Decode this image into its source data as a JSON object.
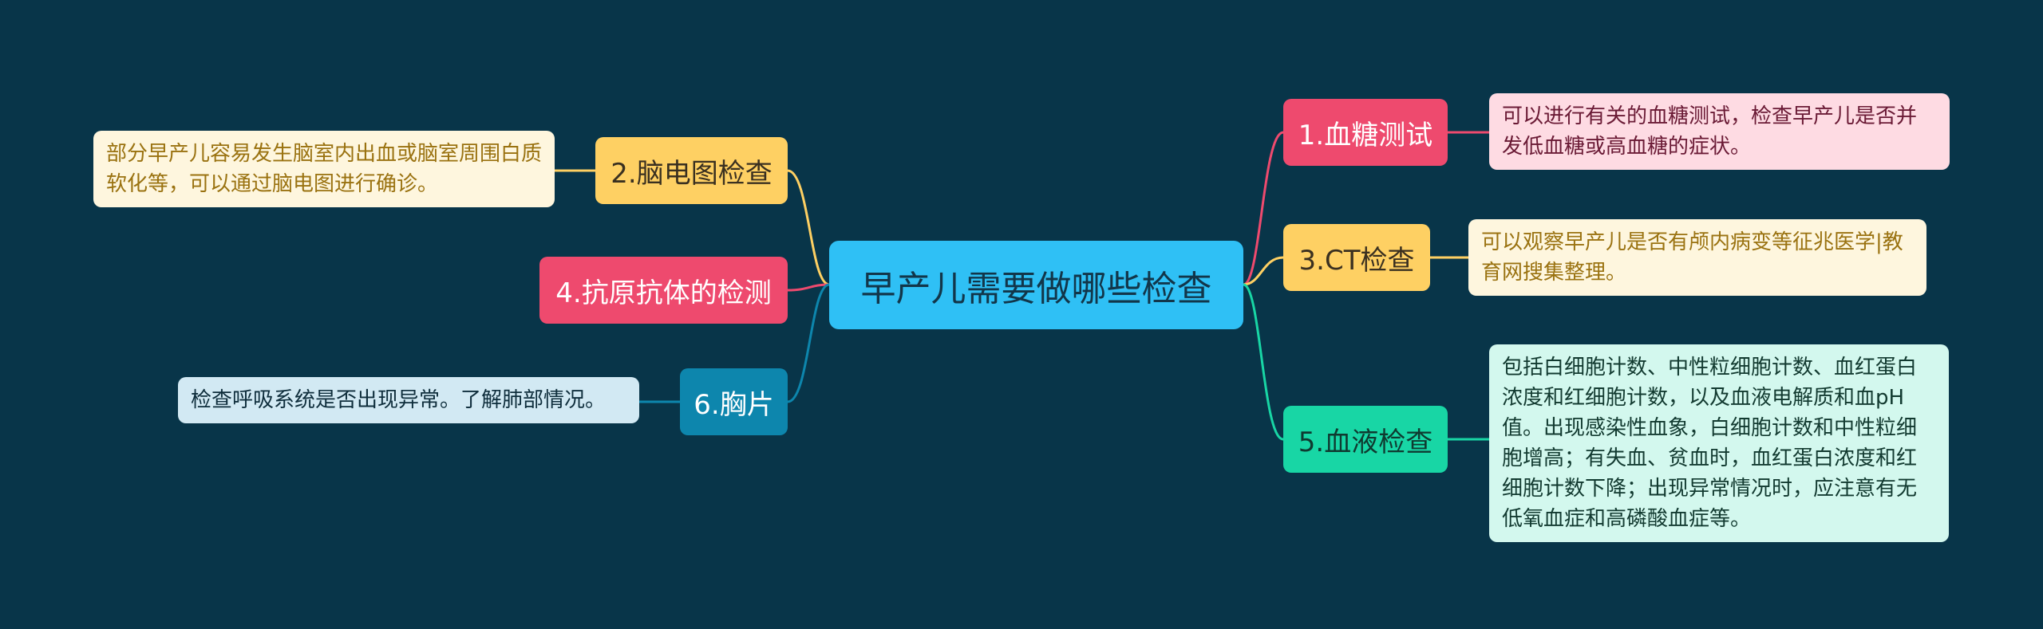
{
  "center": {
    "label": "早产儿需要做哪些检查"
  },
  "branches": {
    "b1": {
      "label": "1.血糖测试",
      "note": "可以进行有关的血糖测试，检查早产儿是否并发低血糖或高血糖的症状。"
    },
    "b2": {
      "label": "2.脑电图检查",
      "note": "部分早产儿容易发生脑室内出血或脑室周围白质软化等，可以通过脑电图进行确诊。"
    },
    "b3": {
      "label": "3.CT检查",
      "note": "可以观察早产儿是否有颅内病变等征兆医学|教育网搜集整理。"
    },
    "b4": {
      "label": "4.抗原抗体的检测"
    },
    "b5": {
      "label": "5.血液检查",
      "note": "包括白细胞计数、中性粒细胞计数、血红蛋白浓度和红细胞计数，以及血液电解质和血pH值。出现感染性血象，白细胞计数和中性粒细胞增高；有失血、贫血时，血红蛋白浓度和红细胞计数下降；出现异常情况时，应注意有无低氧血症和高磷酸血症等。"
    },
    "b6": {
      "label": "6.胸片",
      "note": "检查呼吸系统是否出现异常。了解肺部情况。"
    }
  },
  "colors": {
    "background": "#083549",
    "center": "#2fc0f5",
    "red": "#ee4a6e",
    "yellow": "#fed063",
    "green": "#18d6a5",
    "blue": "#0d86ad"
  }
}
